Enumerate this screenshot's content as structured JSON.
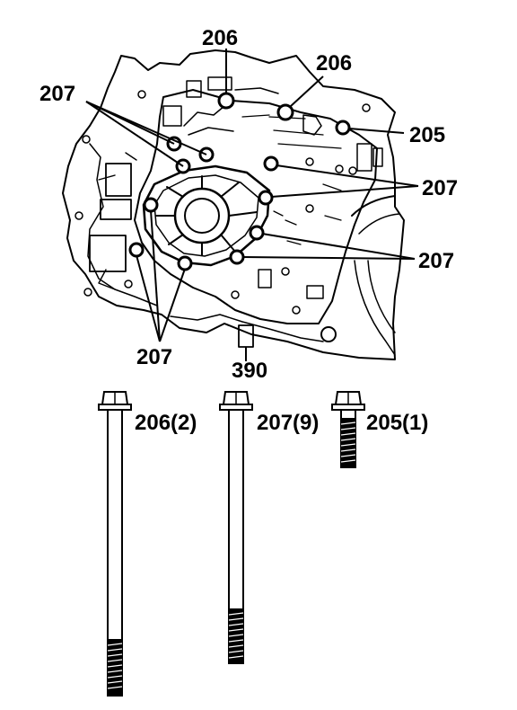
{
  "callouts": {
    "c206_top": "206",
    "c206_right": "206",
    "c207_left": "207",
    "c205": "205",
    "c207_right_upper": "207",
    "c207_right_lower": "207",
    "c207_bottom": "207",
    "c390": "390"
  },
  "bolts": {
    "b206": {
      "label": "206(2)"
    },
    "b207": {
      "label": "207(9)"
    },
    "b205": {
      "label": "205(1)"
    }
  },
  "colors": {
    "ink": "#000000",
    "paper": "#ffffff"
  }
}
